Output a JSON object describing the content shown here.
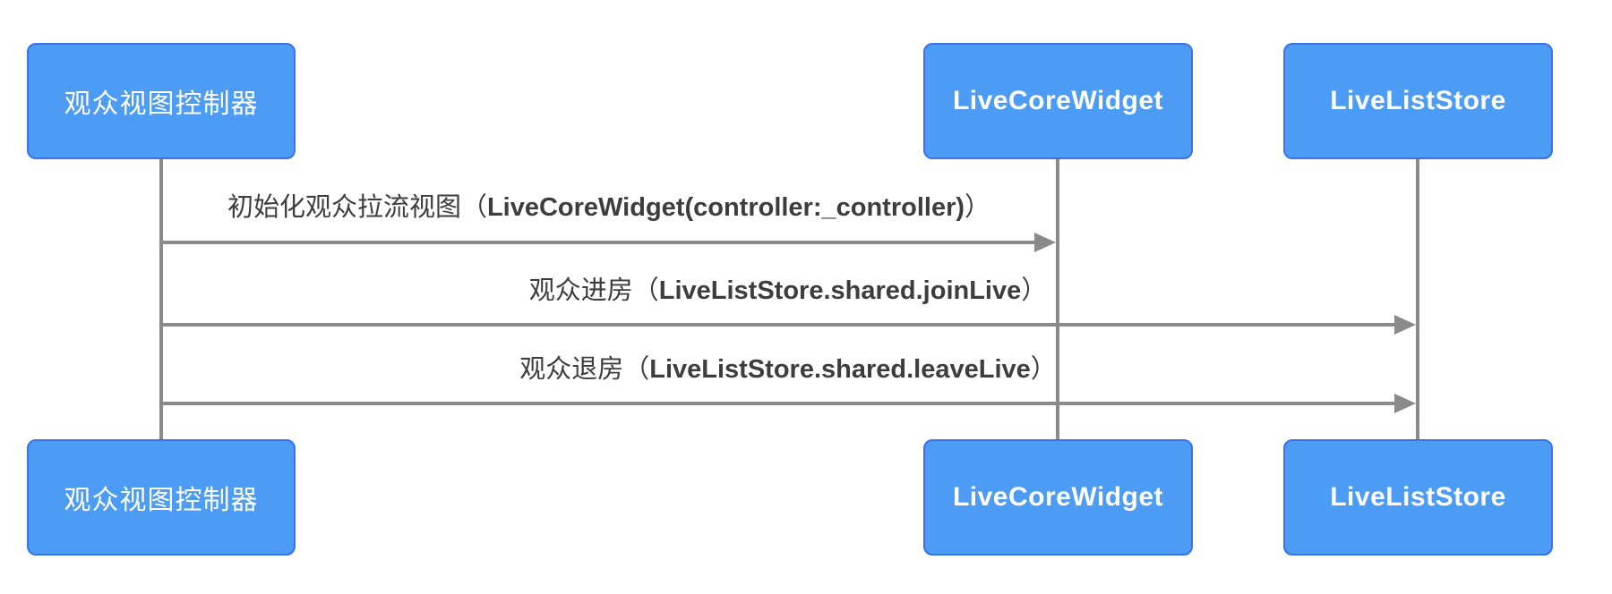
{
  "diagram": {
    "type": "sequence",
    "actors": [
      {
        "id": "viewer-controller",
        "label": "观众视图控制器"
      },
      {
        "id": "live-core-widget",
        "label": "LiveCoreWidget"
      },
      {
        "id": "live-list-store",
        "label": "LiveListStore"
      }
    ],
    "messages": [
      {
        "from": "观众视图控制器",
        "to": "LiveCoreWidget",
        "prefix": "初始化观众拉流视图（",
        "code": "LiveCoreWidget(controller:_controller)",
        "suffix": "）"
      },
      {
        "from": "观众视图控制器",
        "to": "LiveListStore",
        "prefix": "观众进房（",
        "code": "LiveListStore.shared.joinLive",
        "suffix": "）"
      },
      {
        "from": "观众视图控制器",
        "to": "LiveListStore",
        "prefix": "观众退房（",
        "code": "LiveListStore.shared.leaveLive",
        "suffix": "）"
      }
    ],
    "colors": {
      "actor_fill": "#4c9bf4",
      "actor_border": "#3b72e8",
      "actor_text": "#ffffff",
      "line": "#8a8a8a",
      "message_text": "#3d3d3d",
      "background": "#ffffff"
    }
  }
}
